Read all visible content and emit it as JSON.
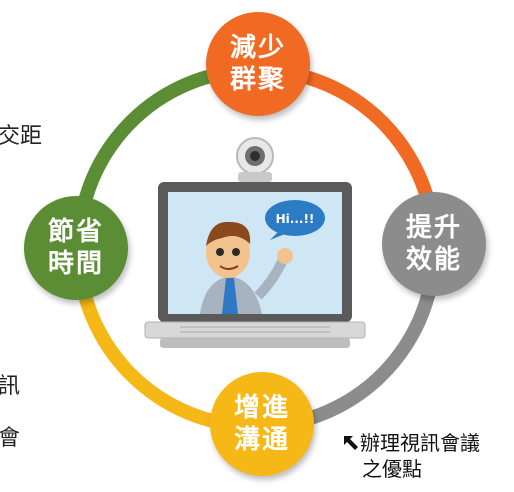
{
  "nodes": [
    {
      "id": "reduce-gathering",
      "line1": "減少",
      "line2": "群聚",
      "color": "#f06a23"
    },
    {
      "id": "improve-efficiency",
      "line1": "提升",
      "line2": "效能",
      "color": "#8c8c8c"
    },
    {
      "id": "improve-communication",
      "line1": "增進",
      "line2": "溝通",
      "color": "#f6b817"
    },
    {
      "id": "save-time",
      "line1": "節省",
      "line2": "時間",
      "color": "#5b8d35"
    }
  ],
  "edge_text": {
    "top_left": "交距",
    "mid_left": "訊",
    "low_left": "會"
  },
  "speech_bubble": "Hi...!!",
  "caption": {
    "line1": "辦理視訊會議",
    "line2": "之優點"
  },
  "colors": {
    "orange": "#f06a23",
    "gray": "#8c8c8c",
    "yellow": "#f6b817",
    "green": "#5b8d35"
  }
}
